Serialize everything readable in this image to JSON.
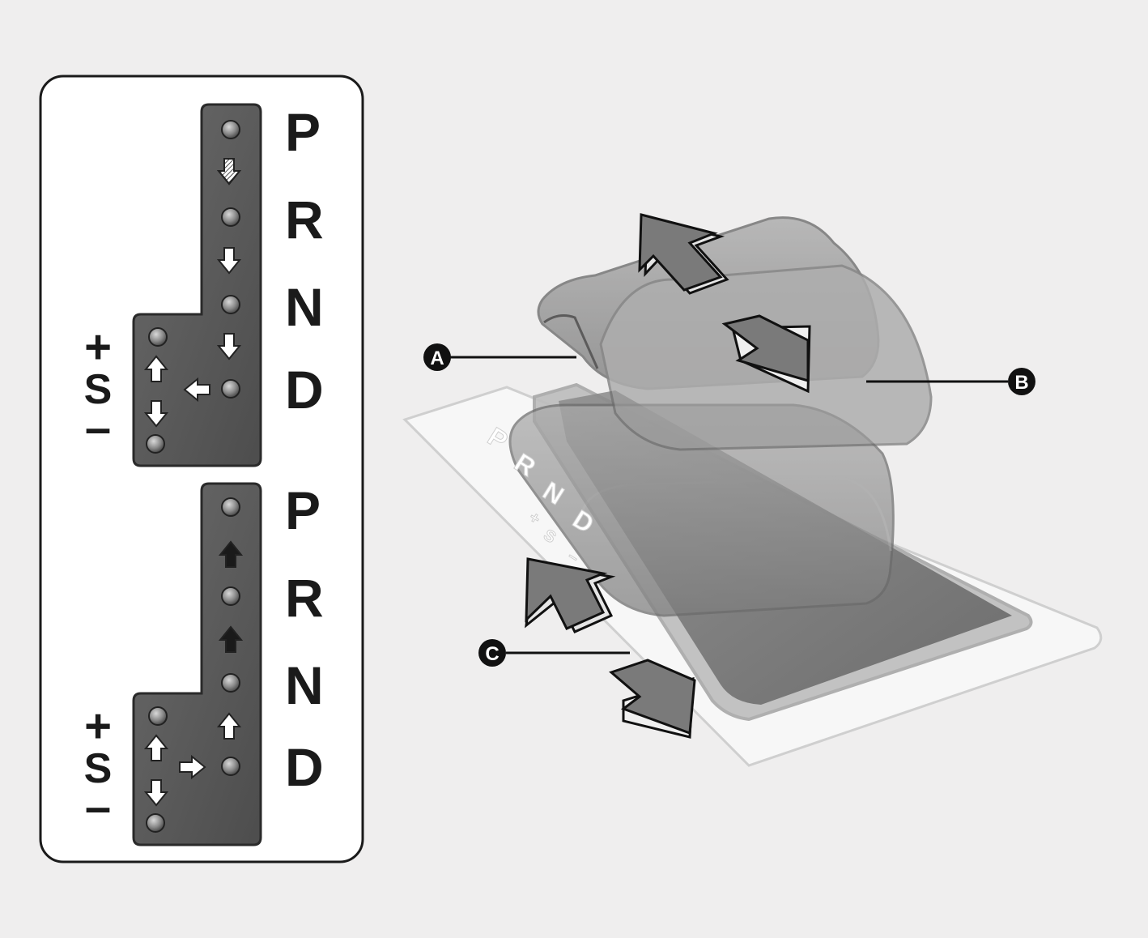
{
  "panel_top": {
    "gates": [
      "P",
      "R",
      "N",
      "D"
    ],
    "side": {
      "plus": "+",
      "s": "S",
      "minus": "–"
    }
  },
  "panel_bottom": {
    "gates": [
      "P",
      "R",
      "N",
      "D"
    ],
    "side": {
      "plus": "+",
      "s": "S",
      "minus": "–"
    }
  },
  "shifter": {
    "callouts": [
      "A",
      "B",
      "C"
    ],
    "gate_print": [
      "P",
      "R",
      "N",
      "D",
      "+",
      "S",
      "–"
    ]
  },
  "colors": {
    "background": "#efeeee",
    "panel_fill": "#ffffff",
    "gate_plate": "#555555",
    "arrow_fill": "#777777",
    "ink": "#1a1a1a"
  },
  "icons": [
    "led-indicator-icon",
    "arrow-down-icon",
    "arrow-down-hatched-icon",
    "arrow-up-icon",
    "arrow-left-icon",
    "arrow-right-icon"
  ]
}
